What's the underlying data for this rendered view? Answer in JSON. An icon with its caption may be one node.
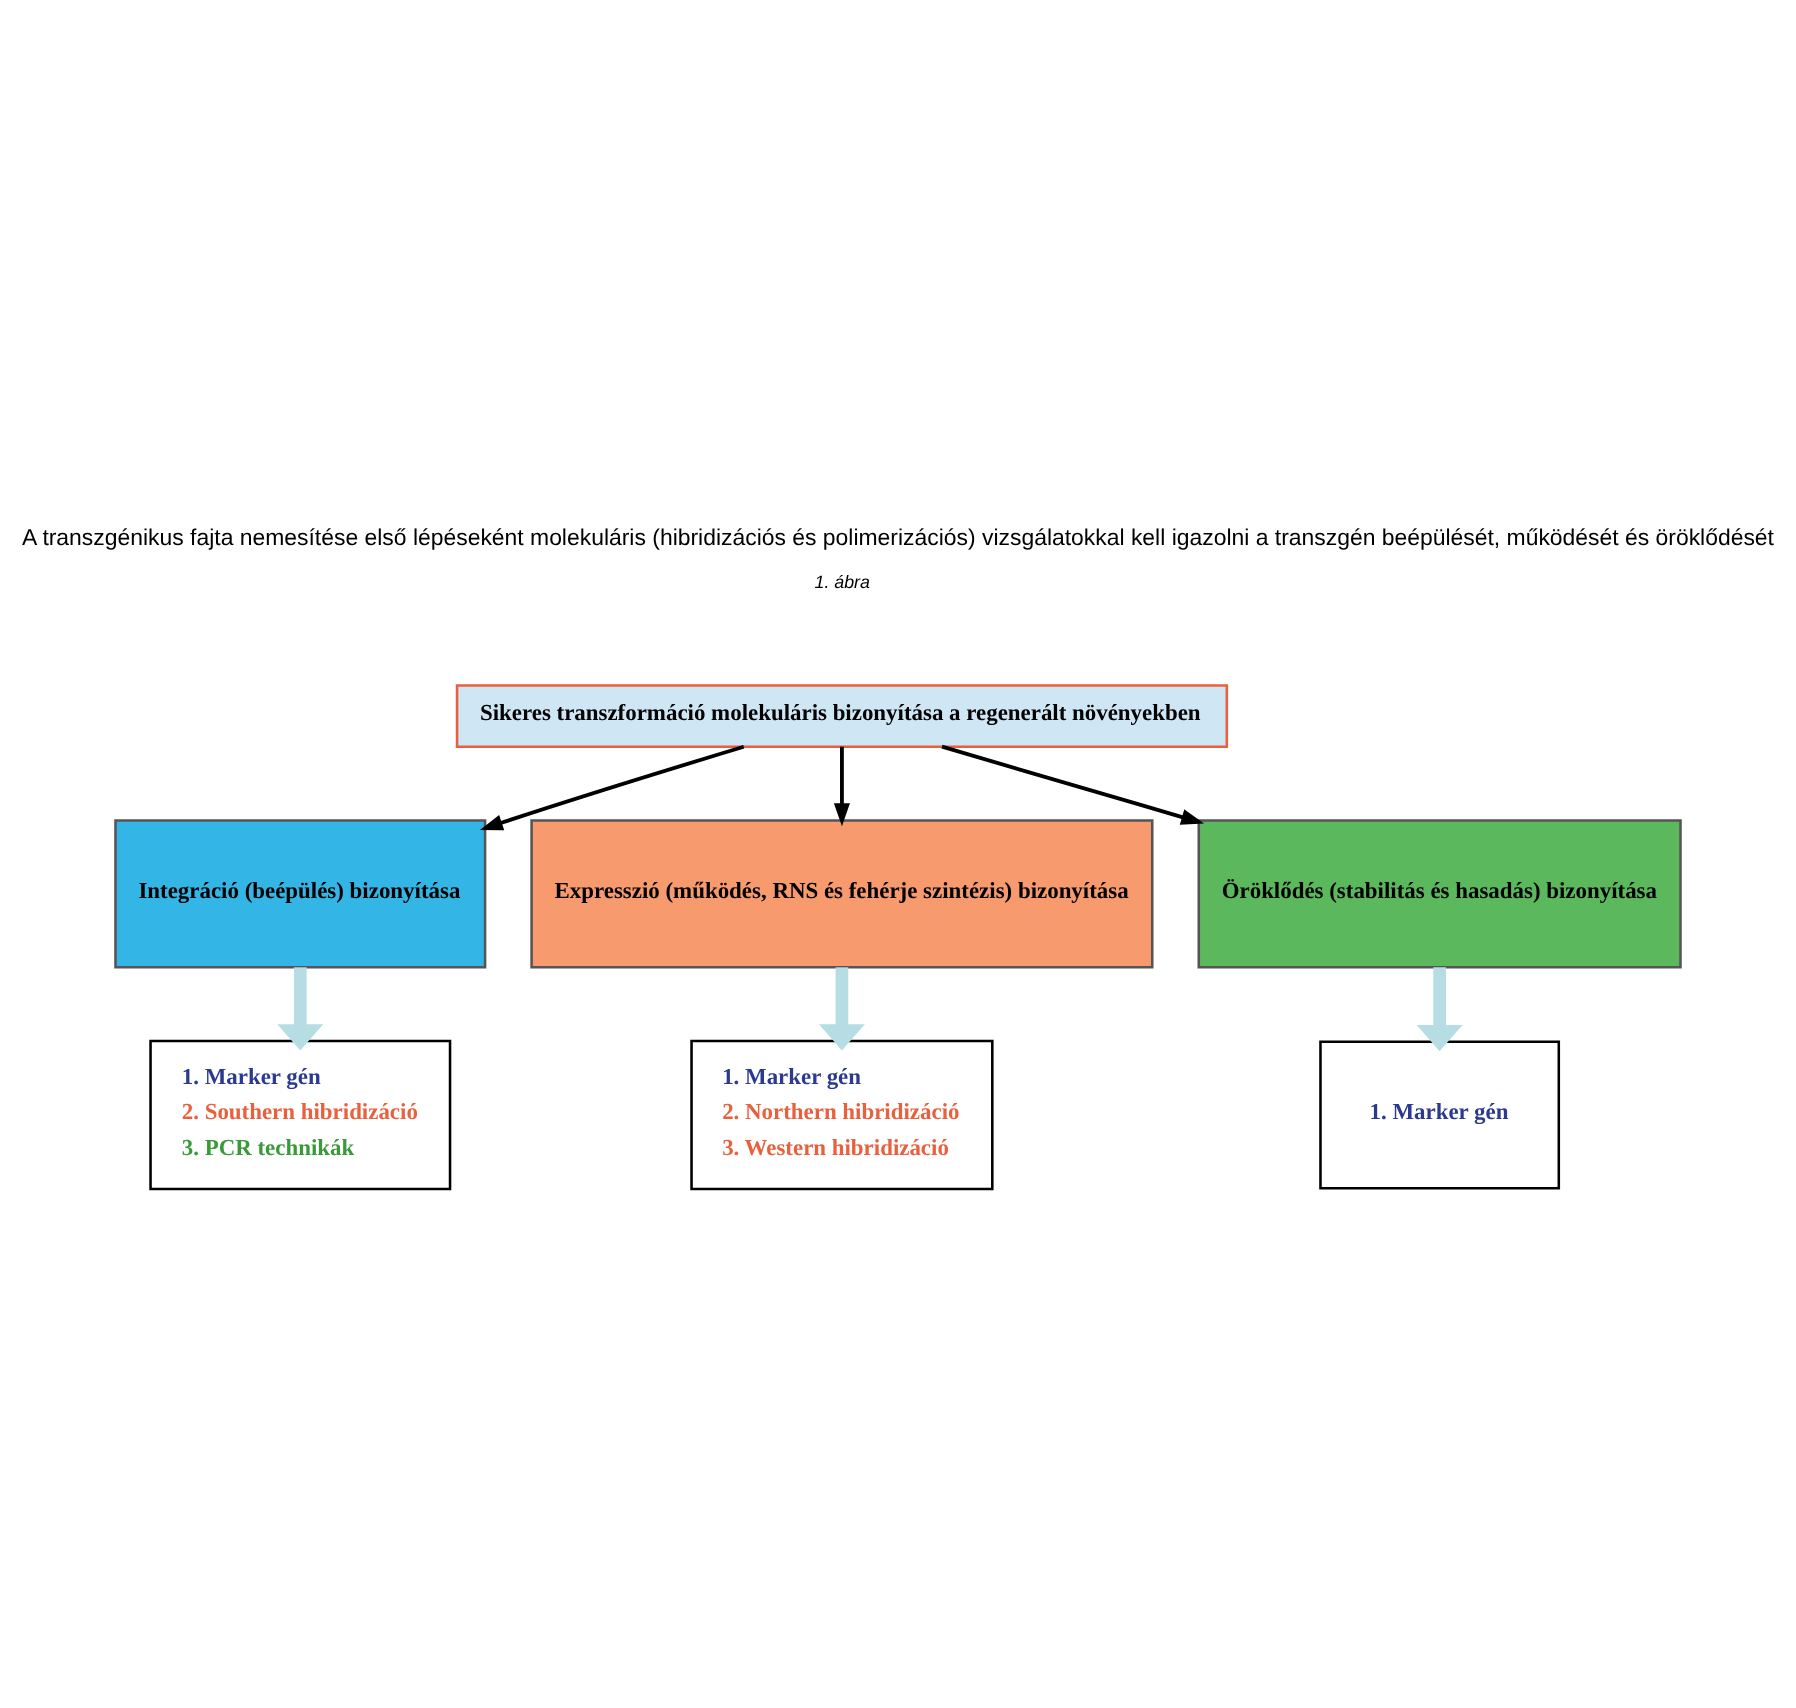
{
  "diagram": {
    "title": "A transzgénikus fajta nemesítése első lépéseként molekuláris (hibridizációs és polimerizációs) vizsgálatokkal kell igazolni a transzgén beépülését, működését és öröklődését",
    "nodes": [
      {
        "text": [
          "Sikeres transzformáció molekuláris bizonyítása a regenerált növényekben"
        ]
      },
      {
        "text": [
          "Integráció (beépülés) bizonyítása"
        ]
      },
      {
        "text": [
          "Expresszió (működés, RNS és fehérje szintézis) bizonyítása"
        ]
      },
      {
        "text": [
          "Öröklődés (stabilitás és hasadás) bizonyítása"
        ]
      },
      {
        "text": [
          "1. Marker gén",
          "2. Southern hibridizáció",
          "3. PCR technikák"
        ]
      },
      {
        "text": [
          "1. Marker gén",
          "2. Northern hibridizáció",
          "3. Western hibridizáció"
        ]
      },
      {
        "text": [
          "1. Marker gén"
        ]
      }
    ],
    "edges": [
      {
        "from": 0,
        "to": 1,
        "arrow": "to"
      },
      {
        "from": 0,
        "to": 2,
        "arrow": "to"
      },
      {
        "from": 0,
        "to": 3,
        "arrow": "to"
      },
      {
        "from": 1,
        "to": 4,
        "arrow": "to",
        "style": "thick",
        "color": "#b5dde3"
      },
      {
        "from": 2,
        "to": 5,
        "arrow": "to",
        "style": "thick",
        "color": "#b5dde3"
      },
      {
        "from": 3,
        "to": 6,
        "arrow": "to",
        "style": "thick",
        "color": "#b5dde3"
      }
    ],
    "labels": [
      "1. ábra"
    ]
  }
}
